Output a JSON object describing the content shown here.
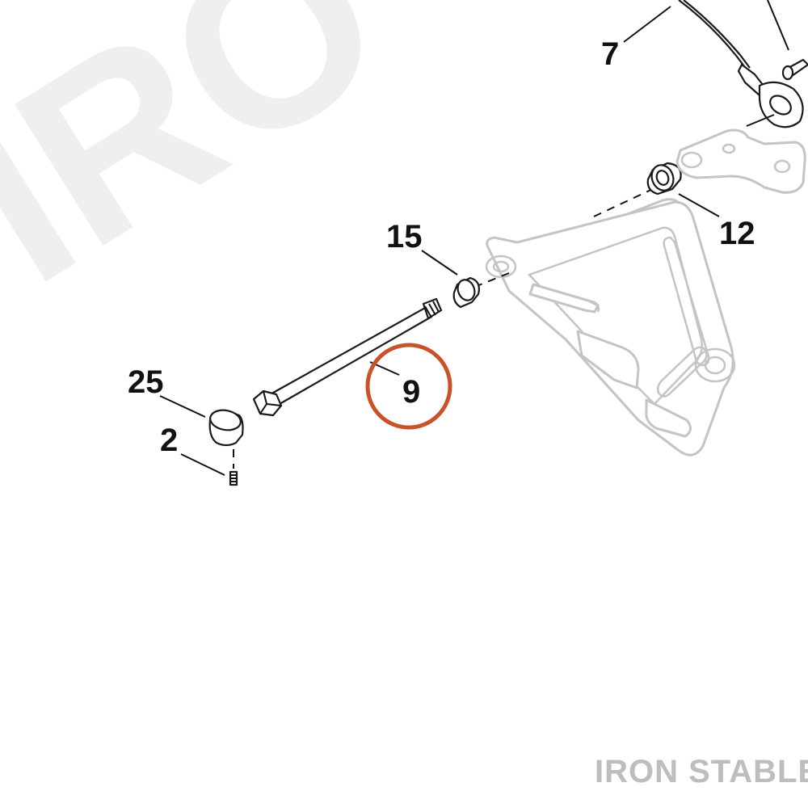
{
  "diagram": {
    "type": "exploded parts diagram",
    "watermark_text": "IRO",
    "brand_text": "IRON STABLE",
    "highlight_color": "#c8532a",
    "callouts": [
      {
        "id": "7",
        "label": "7"
      },
      {
        "id": "12",
        "label": "12"
      },
      {
        "id": "15",
        "label": "15"
      },
      {
        "id": "9",
        "label": "9",
        "highlighted": true
      },
      {
        "id": "25",
        "label": "25"
      },
      {
        "id": "2",
        "label": "2"
      }
    ]
  }
}
